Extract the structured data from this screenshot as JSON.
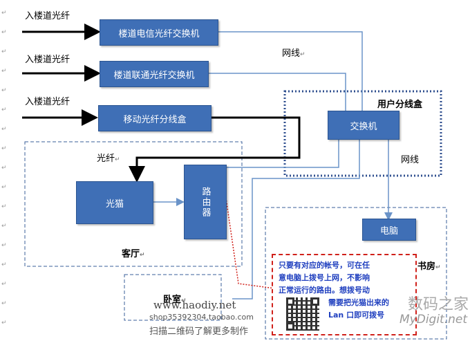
{
  "inputs": {
    "fiber_in_1": "入楼道光纤",
    "fiber_in_2": "入楼道光纤",
    "fiber_in_3": "入楼道光纤"
  },
  "boxes": {
    "telecom_switch": "楼道电信光纤交换机",
    "unicom_switch": "楼道联通光纤交换机",
    "mobile_box": "移动光纤分线盒",
    "switch": "交换机",
    "modem": "光猫",
    "router": "路由器",
    "computer": "电脑"
  },
  "labels": {
    "network_cable_1": "网线",
    "network_cable_2": "网线",
    "user_box": "用户分线盒",
    "fiber": "光纤",
    "living_room": "客厅",
    "study": "书房",
    "bedroom": "卧室"
  },
  "note": {
    "lines": [
      "只要有对应的帐号，可在任",
      "意电脑上拨号上网，不影响",
      "正常运行的路由。想拨号动",
      "需要把光猫出来的",
      "Lan 口即可拨号"
    ]
  },
  "watermarks": {
    "site": "www.haodiy.net",
    "shop": "shop35392304.taobao.com",
    "scan": "扫描二维码了解更多制作",
    "brand_cn": "数码之家",
    "brand_en": "MyDigit.net"
  },
  "colors": {
    "box": "#3f6fb6",
    "link": "#6a93c8",
    "arrow": "#000000",
    "dotted_border": "#2f4f8f",
    "dashed_border": "#3a5f9a",
    "note_border": "#d0201a",
    "note_text": "#1f3fbf"
  }
}
